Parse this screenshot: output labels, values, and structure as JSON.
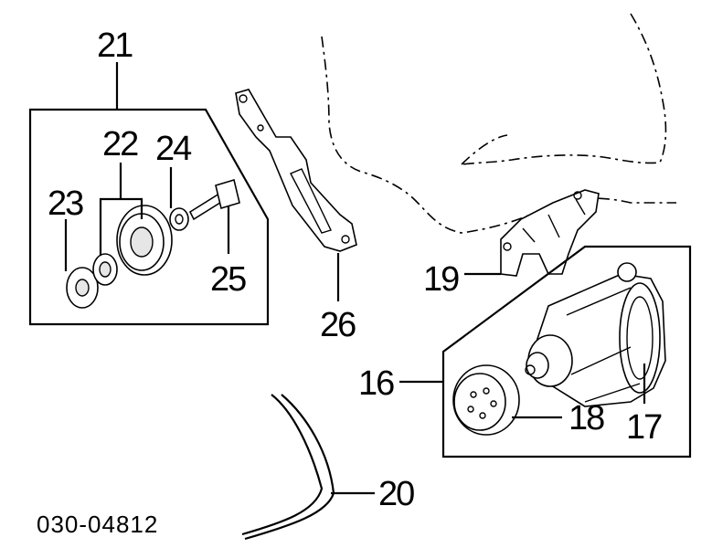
{
  "diagram": {
    "callouts": {
      "c16": "16",
      "c17": "17",
      "c18": "18",
      "c19": "19",
      "c20": "20",
      "c21": "21",
      "c22": "22",
      "c23": "23",
      "c24": "24",
      "c25": "25",
      "c26": "26"
    },
    "drawing_code": "030-04812"
  }
}
